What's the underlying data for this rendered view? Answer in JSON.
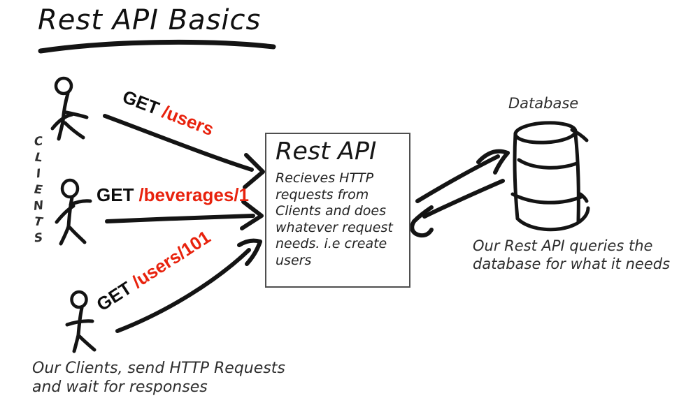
{
  "title": "Rest API Basics",
  "clients_label": {
    "text": "CLIENTS",
    "letters": [
      "C",
      "L",
      "I",
      "E",
      "N",
      "T",
      "S"
    ]
  },
  "requests": [
    {
      "method": "GET",
      "path": "/users"
    },
    {
      "method": "GET",
      "path": "/beverages/1"
    },
    {
      "method": "GET",
      "path": "/users/101"
    }
  ],
  "api_box": {
    "title": "Rest API",
    "description": "Recieves HTTP\nrequests from\nClients and does\nwhatever request\nneeds. i.e create\nusers"
  },
  "database": {
    "label": "Database",
    "caption": "Our Rest API queries the\ndatabase for what it needs"
  },
  "clients_caption": "Our Clients, send HTTP Requests\nand wait for responses",
  "colors": {
    "ink": "#141414",
    "handwriting": "#2e2e2e",
    "red": "#e8220d"
  }
}
